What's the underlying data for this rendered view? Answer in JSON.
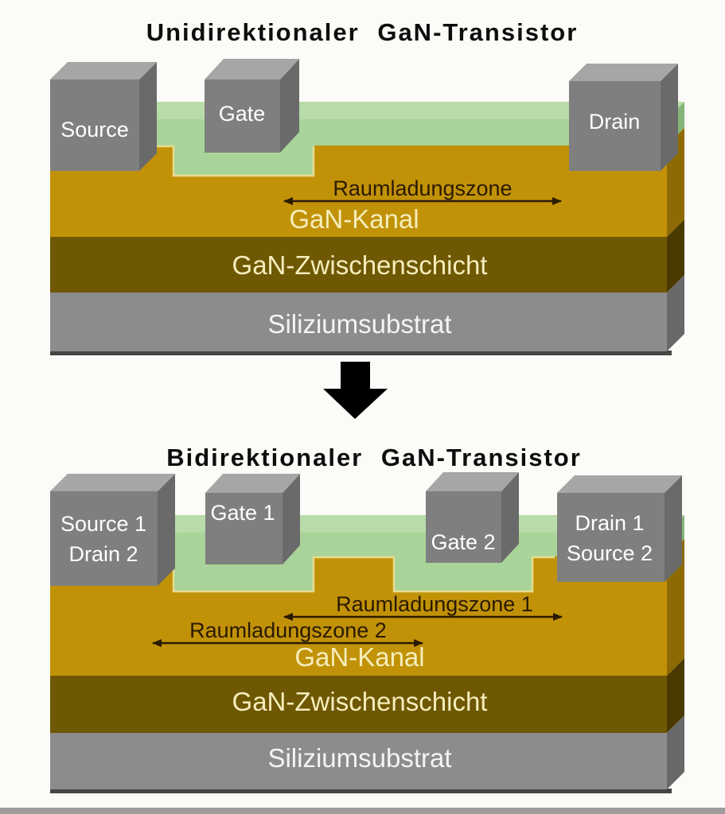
{
  "colors": {
    "background": "#fcfbf7",
    "title": "#0d0d0d",
    "channel": "#c19208",
    "channel_side": "#8d6a04",
    "interlayer": "#6e5803",
    "interlayer_side": "#4a3a02",
    "substrate": "#8c8c8c",
    "substrate_side": "#686868",
    "substrate_edge": "#454545",
    "barrier_top": "#b9dcaa",
    "barrier_front": "#a9d499",
    "barrier_side": "#86b578",
    "contact_front": "#7f7f7f",
    "contact_top": "#a6a6a6",
    "contact_side": "#6a6a6a",
    "recess_outline": "#e7dc8f",
    "label_light": "#ffffff",
    "label_white": "#f4f4f4",
    "label_cream": "#f5edbb",
    "label_dark": "#2a1a00",
    "arrow_black": "#000000",
    "bottom_strip": "#9c9c9c"
  },
  "icons": {
    "transition": "arrow-down-icon"
  },
  "diagram1": {
    "title": "Unidirektionaler GaN-Transistor",
    "contacts": {
      "source": "Source",
      "gate": "Gate",
      "drain": "Drain"
    },
    "labels": {
      "depletion_zone": "Raumladungszone",
      "channel": "GaN-Kanal",
      "interlayer": "GaN-Zwischenschicht",
      "substrate": "Siliziumsubstrat"
    }
  },
  "diagram2": {
    "title": "Bidirektionaler GaN-Transistor",
    "contacts": {
      "source_drain_line1": "Source 1",
      "source_drain_line2": "Drain 2",
      "gate1": "Gate 1",
      "gate2": "Gate 2",
      "drain_source_line1": "Drain 1",
      "drain_source_line2": "Source 2"
    },
    "labels": {
      "depletion_zone_1": "Raumladungszone 1",
      "depletion_zone_2": "Raumladungszone 2",
      "channel": "GaN-Kanal",
      "interlayer": "GaN-Zwischenschicht",
      "substrate": "Siliziumsubstrat"
    }
  }
}
